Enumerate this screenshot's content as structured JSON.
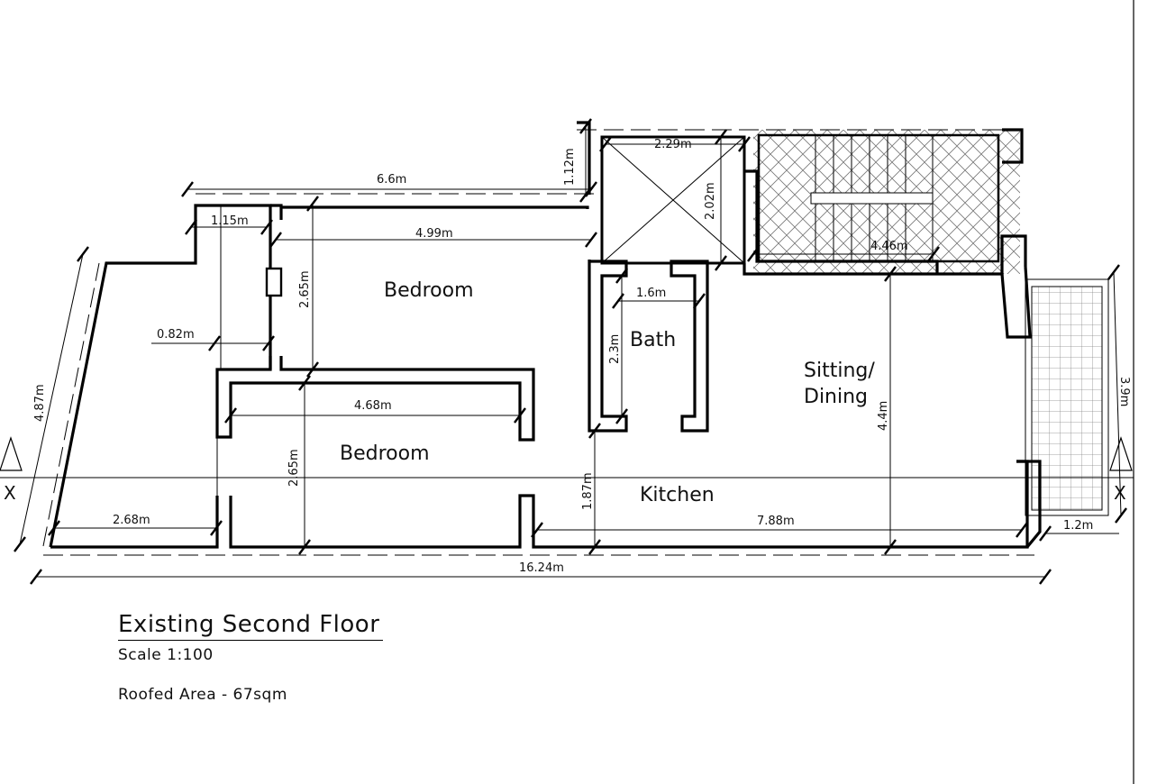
{
  "rooms": {
    "bedroom_1": "Bedroom",
    "bedroom_2": "Bedroom",
    "bath": "Bath",
    "sitting_line1": "Sitting/",
    "sitting_line2": "Dining",
    "kitchen": "Kitchen"
  },
  "dimensions": {
    "overall_length": "16.24m",
    "top_width": "6.6m",
    "bedroom_top_width": "4.99m",
    "corridor_width": "1.15m",
    "passage_width": "0.82m",
    "left_wall": "4.87m",
    "bottom_left": "2.68m",
    "bedroom_1_depth": "2.65m",
    "bedroom_2_width": "4.68m",
    "bedroom_2_depth": "2.65m",
    "shaft_height": "1.12m",
    "lift_width": "2.29m",
    "lift_depth": "2.02m",
    "stair_width": "4.46m",
    "bath_width": "1.6m",
    "bath_depth": "2.3m",
    "kitchen_depth": "1.87m",
    "kitchen_length": "7.88m",
    "sitting_depth": "4.4m",
    "balcony_depth": "3.9m",
    "balcony_width": "1.2m"
  },
  "section_markers": {
    "left": "X",
    "right": "X"
  },
  "title_block": {
    "title": "Existing Second Floor",
    "scale": "Scale 1:100",
    "area": "Roofed Area - 67sqm"
  }
}
